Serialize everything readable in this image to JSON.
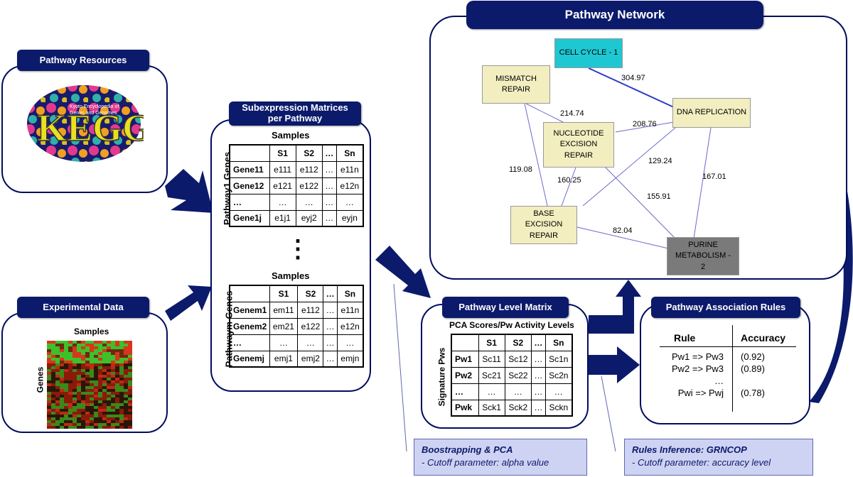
{
  "panels": {
    "pathway_resources": {
      "title": "Pathway Resources"
    },
    "experimental_data": {
      "title": "Experimental Data",
      "samples_label": "Samples",
      "genes_label": "Genes"
    },
    "subexpression": {
      "title": "Subexpression Matrices per Pathway",
      "samples_label": "Samples",
      "ellipsis": "⋮",
      "matrix1": {
        "side_label": "Pathway1 Genes",
        "headers": [
          "",
          "S1",
          "S2",
          "…",
          "Sn"
        ],
        "rows": [
          [
            "Gene11",
            "e111",
            "e112",
            "…",
            "e11n"
          ],
          [
            "Gene12",
            "e121",
            "e122",
            "…",
            "e12n"
          ],
          [
            "…",
            "…",
            "…",
            "…",
            "…"
          ],
          [
            "Gene1j",
            "e1j1",
            "eyj2",
            "…",
            "eyjn"
          ]
        ]
      },
      "matrix2": {
        "side_label": "Pathwaym Genes",
        "headers": [
          "",
          "S1",
          "S2",
          "…",
          "Sn"
        ],
        "rows": [
          [
            "Genem1",
            "em11",
            "e112",
            "…",
            "e11n"
          ],
          [
            "Genem2",
            "em21",
            "e122",
            "…",
            "e12n"
          ],
          [
            "…",
            "…",
            "…",
            "…",
            "…"
          ],
          [
            "Genemj",
            "emj1",
            "emj2",
            "…",
            "emjn"
          ]
        ]
      }
    },
    "network": {
      "title": "Pathway Network",
      "nodes": {
        "cell_cycle": "CELL CYCLE - 1",
        "mismatch": "MISMATCH REPAIR",
        "dna_replication": "DNA REPLICATION",
        "nucleotide": "NUCLEOTIDE EXCISION REPAIR",
        "base_excision": "BASE EXCISION REPAIR",
        "purine": "PURINE METABOLISM - 2"
      },
      "edges": {
        "e1": "304.97",
        "e2": "214.74",
        "e3": "208.76",
        "e4": "129.24",
        "e5": "119.08",
        "e6": "160.25",
        "e7": "167.01",
        "e8": "155.91",
        "e9": "82.04"
      },
      "colors": {
        "cell_cycle": "#1ec8d2",
        "default_node": "#f2eec0",
        "purine": "#7a7a7a",
        "edge": "#6a6acc",
        "strong_edge": "#2a3ac8"
      }
    },
    "level_matrix": {
      "title": "Pathway Level Matrix",
      "subtitle": "PCA Scores/Pw Activity Levels",
      "side_label": "Signature Pws",
      "headers": [
        "",
        "S1",
        "S2",
        "…",
        "Sn"
      ],
      "rows": [
        [
          "Pw1",
          "Sc11",
          "Sc12",
          "…",
          "Sc1n"
        ],
        [
          "Pw2",
          "Sc21",
          "Sc22",
          "…",
          "Sc2n"
        ],
        [
          "…",
          "…",
          "…",
          "…",
          "…"
        ],
        [
          "Pwk",
          "Sck1",
          "Sck2",
          "…",
          "Sckn"
        ]
      ]
    },
    "association_rules": {
      "title": "Pathway Association Rules",
      "col_rule": "Rule",
      "col_accuracy": "Accuracy",
      "rules": [
        {
          "rule": "Pw1 => Pw3",
          "accuracy": "(0.92)"
        },
        {
          "rule": "Pw2 => Pw3",
          "accuracy": "(0.89)"
        },
        {
          "rule": "…",
          "accuracy": ""
        },
        {
          "rule": "Pwi => Pwj",
          "accuracy": "(0.78)"
        }
      ]
    }
  },
  "notes": {
    "bootstrapping": {
      "title": "Boostrapping & PCA",
      "detail": "- Cutoff parameter: alpha value"
    },
    "rules_inference": {
      "title": "Rules Inference: GRNCOP",
      "detail": "- Cutoff parameter: accuracy level"
    }
  },
  "kegg_logo": {
    "letters": "KEGG",
    "small_text": "Kyoto Encyclopedia of Genes and Genomes"
  },
  "colors": {
    "navy": "#0c1a6b",
    "note_bg": "#cfd3f3"
  }
}
